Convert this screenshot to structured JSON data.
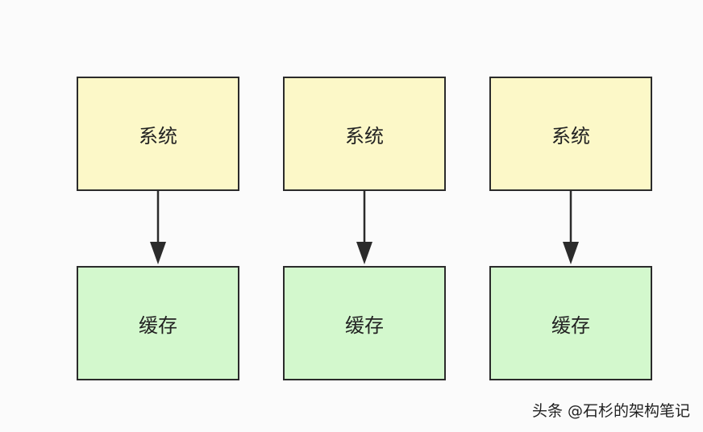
{
  "diagram": {
    "columns": [
      {
        "top_label": "系统",
        "bottom_label": "缓存"
      },
      {
        "top_label": "系统",
        "bottom_label": "缓存"
      },
      {
        "top_label": "系统",
        "bottom_label": "缓存"
      }
    ],
    "colors": {
      "system_fill": "#fcf8c8",
      "cache_fill": "#d3f8cd",
      "border": "#2b2b2b"
    }
  },
  "watermark": "头条 @石杉的架构笔记"
}
